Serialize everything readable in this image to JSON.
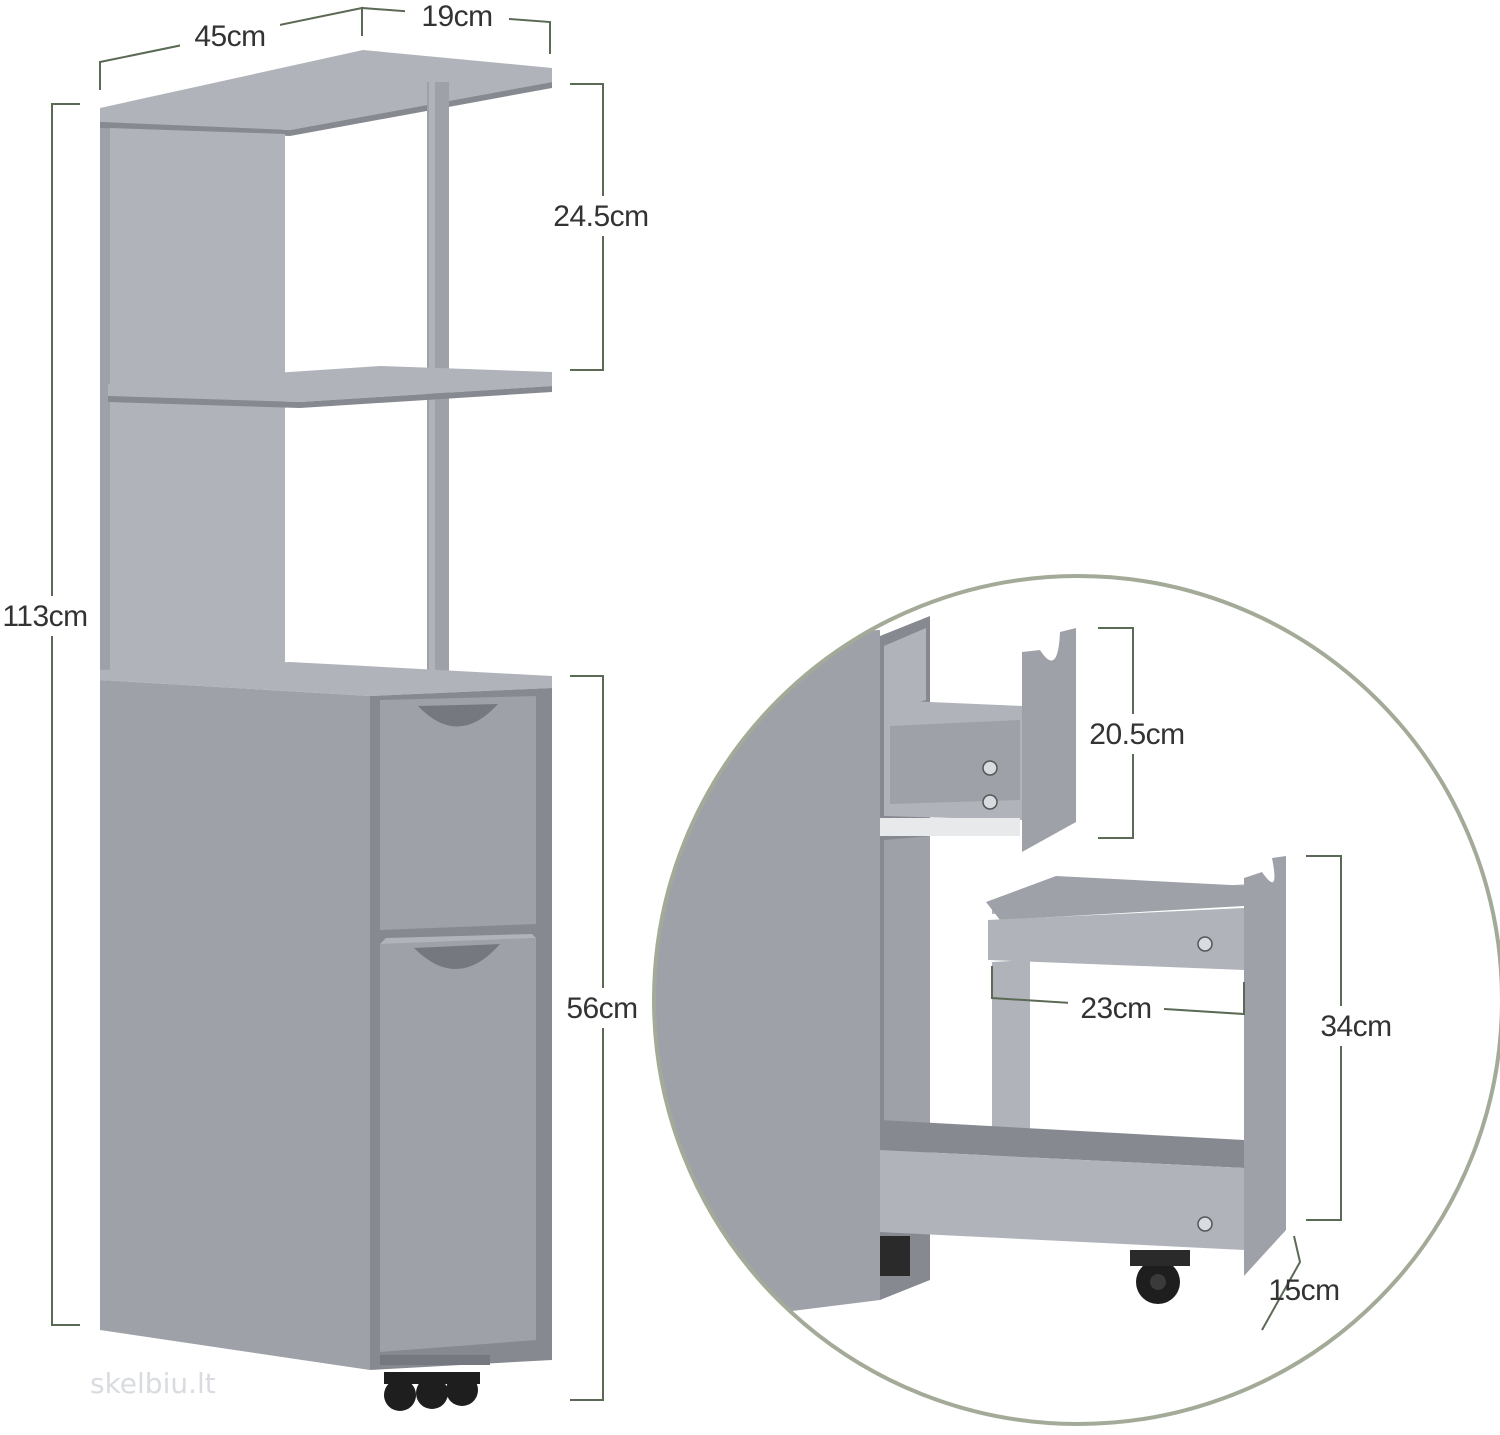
{
  "colors": {
    "panel": "#9ea2a8",
    "panel_light": "#b0b4ba",
    "panel_dark": "#868a90",
    "panel_shadow": "#75797f",
    "dimension_line": "#5b6a55",
    "circle_outline": "#a3ab98",
    "label_text": "#333333",
    "wheel": "#1e1e1e"
  },
  "dimensions": {
    "depth": "45cm",
    "top_width": "19cm",
    "shelf_spacing": "24.5cm",
    "total_height": "113cm",
    "cabinet_height": "56cm",
    "upper_drawer_height": "20.5cm",
    "drawer_width": "23cm",
    "lower_drawer_height": "34cm",
    "drawer_depth": "15cm"
  },
  "watermark": "skelbiu.lt"
}
